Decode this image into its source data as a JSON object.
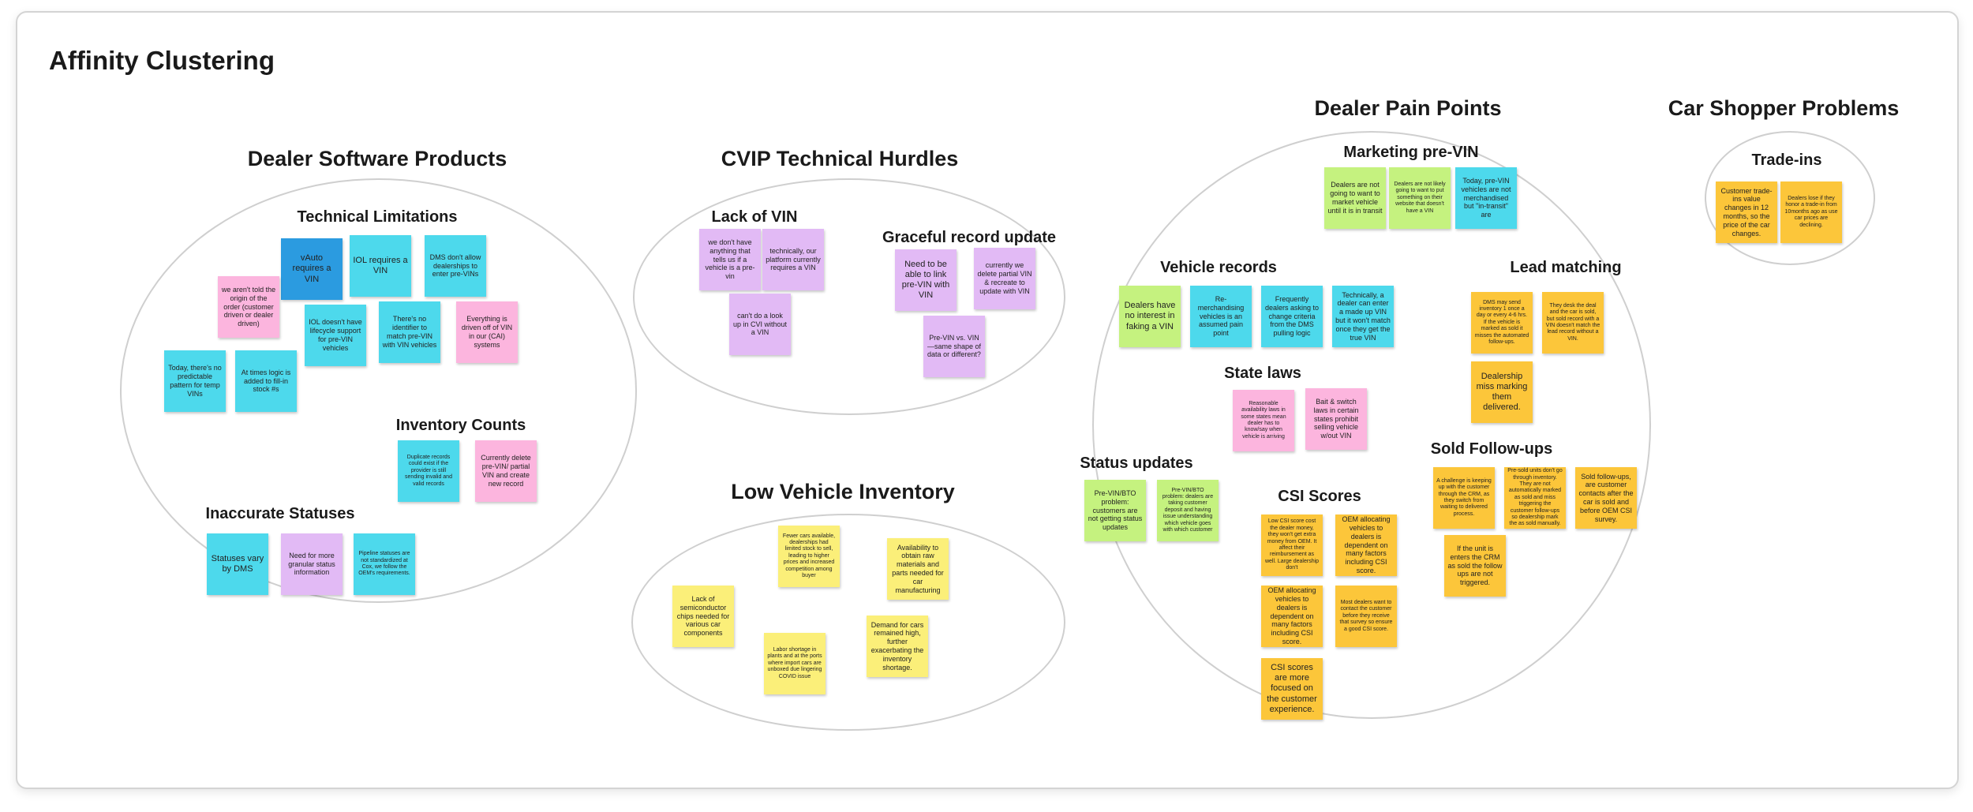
{
  "board": {
    "title": "Affinity Clustering"
  },
  "clusters": {
    "dealer_software": "Dealer Software Products",
    "cvip": "CVIP Technical Hurdles",
    "low_inventory": "Low Vehicle Inventory",
    "dealer_pain": "Dealer Pain Points",
    "car_shopper": "Car Shopper Problems"
  },
  "subgroups": {
    "technical_limitations": "Technical Limitations",
    "inventory_counts": "Inventory Counts",
    "inaccurate_statuses": "Inaccurate Statuses",
    "lack_of_vin": "Lack of VIN",
    "graceful_record_update": "Graceful record update",
    "marketing_pre_vin": "Marketing pre-VIN",
    "vehicle_records": "Vehicle records",
    "lead_matching": "Lead matching",
    "state_laws": "State laws",
    "status_updates": "Status updates",
    "csi_scores": "CSI Scores",
    "sold_follow_ups": "Sold Follow-ups",
    "trade_ins": "Trade-ins"
  },
  "notes": {
    "tl1": "vAuto requires a VIN",
    "tl2": "IOL requires a VIN",
    "tl3": "DMS don't allow dealerships to enter pre-VINs",
    "tl4": "we aren't told the origin of the order (customer driven or dealer driven)",
    "tl5": "IOL doesn't have lifecycle support for pre-VIN vehicles",
    "tl6": "There's no identifier to match pre-VIN with VIN vehicles",
    "tl7": "Everything is driven off of VIN in our (CAI) systems",
    "tl8": "Today, there's no predictable pattern for temp VINs",
    "tl9": "At times logic is added to fill-in stock #s",
    "ic1": "Duplicate records could exist if the provider is still sending invalid and valid records",
    "ic2": "Currently delete pre-VIN/ partial VIN and create new record",
    "is1": "Statuses vary by DMS",
    "is2": "Need for more granular status information",
    "is3": "Pipeline statuses are not standardized at Cox, we follow the OEM's requirements.",
    "lv1": "we don't have anything that tells us if a vehicle is a pre-vin",
    "lv2": "technically, our platform currently requires a VIN",
    "lv3": "can't do a look up in CVI without a VIN",
    "gr1": "Need to be able to link pre-VIN with VIN",
    "gr2": "currently we delete partial VIN & recreate to update with VIN",
    "gr3": "Pre-VIN vs. VIN—same shape of data or different?",
    "li1": "Fewer cars available, dealerships had limited stock to sell, leading to higher prices and increased competition among buyer",
    "li2": "Availability to obtain raw materials and parts needed for car manufacturing",
    "li3": "Lack of semiconductor chips needed for various car components",
    "li4": "Demand for cars remained high, further exacerbating the inventory shortage.",
    "li5": "Labor shortage in plants and at the ports where import cars are unboxed due lingering COVID issue",
    "mk1": "Dealers are not going to want to market vehicle until it is in transit",
    "mk2": "Dealers are not likely going to want to put something on their website that doesn't have a VIN",
    "mk3": "Today, pre-VIN vehicles are not merchandised but \"in-transit\" are",
    "vr1": "Dealers have no interest in faking a VIN",
    "vr2": "Re-merchandising vehicles is an assumed pain point",
    "vr3": "Frequently dealers asking to change criteria from the DMS pulling logic",
    "vr4": "Technically, a dealer can enter a made up VIN but it won't match once they get the true VIN",
    "lm1": "DMS may send inventory 1 once a day or every 4-6 hrs. If the vehicle is marked as sold it misses the automated follow-ups.",
    "lm2": "They desk the deal and the car is sold, but sold record with a VIN doesn't match the lead record without a VIN.",
    "lm3": "Dealership miss marking them delivered.",
    "sl1": "Reasonable availability laws in some states mean dealer has to know/say when vehicle is arriving",
    "sl2": "Bait & switch laws in certain states prohibit selling vehicle w/out VIN",
    "su1": "Pre-VIN/BTO problem: customers are not getting status updates",
    "su2": "Pre-VIN/BTO problem: dealers are taking customer deposit and having issue understanding which vehicle goes with which customer",
    "cs1": "Low CSI score cost the dealer money, they won't get extra money from OEM. It affect their reimbursement as well. Large dealership don't",
    "cs2": "OEM allocating vehicles to dealers is dependent on many factors including CSI score.",
    "cs3": "OEM allocating vehicles to dealers is dependent on many factors including CSI score.",
    "cs4": "Most dealers want to contact the customer before they receive that survey so ensure a good CSI score.",
    "cs5": "CSI scores are more focused on the customer experience.",
    "sf1": "A challenge is keeping up with the customer through the CRM, as they switch from waiting to delivered process.",
    "sf2": "Pre-sold units don't go through inventory. They are not automatically marked as sold and miss triggering the customer follow-ups so dealership mark the as sold manually.",
    "sf3": "Sold follow-ups, are customer contacts after the car is sold and before OEM CSI survey.",
    "sf4": "If the unit is enters the CRM as sold the follow ups are not triggered.",
    "ti1": "Customer trade-ins value changes in 12 months, so the price of the car changes.",
    "ti2": "Dealers lose if they honor a trade-in from 10months ago as use car prices are declining."
  },
  "colors": {
    "cyan": "#4dd9ec",
    "blue": "#2b9be0",
    "pink": "#fcb5de",
    "purple": "#e2baf5",
    "yellow": "#fbef79",
    "green": "#c5f27f",
    "orange": "#fcc63a",
    "cluster_outline": "#cfcfcf"
  }
}
